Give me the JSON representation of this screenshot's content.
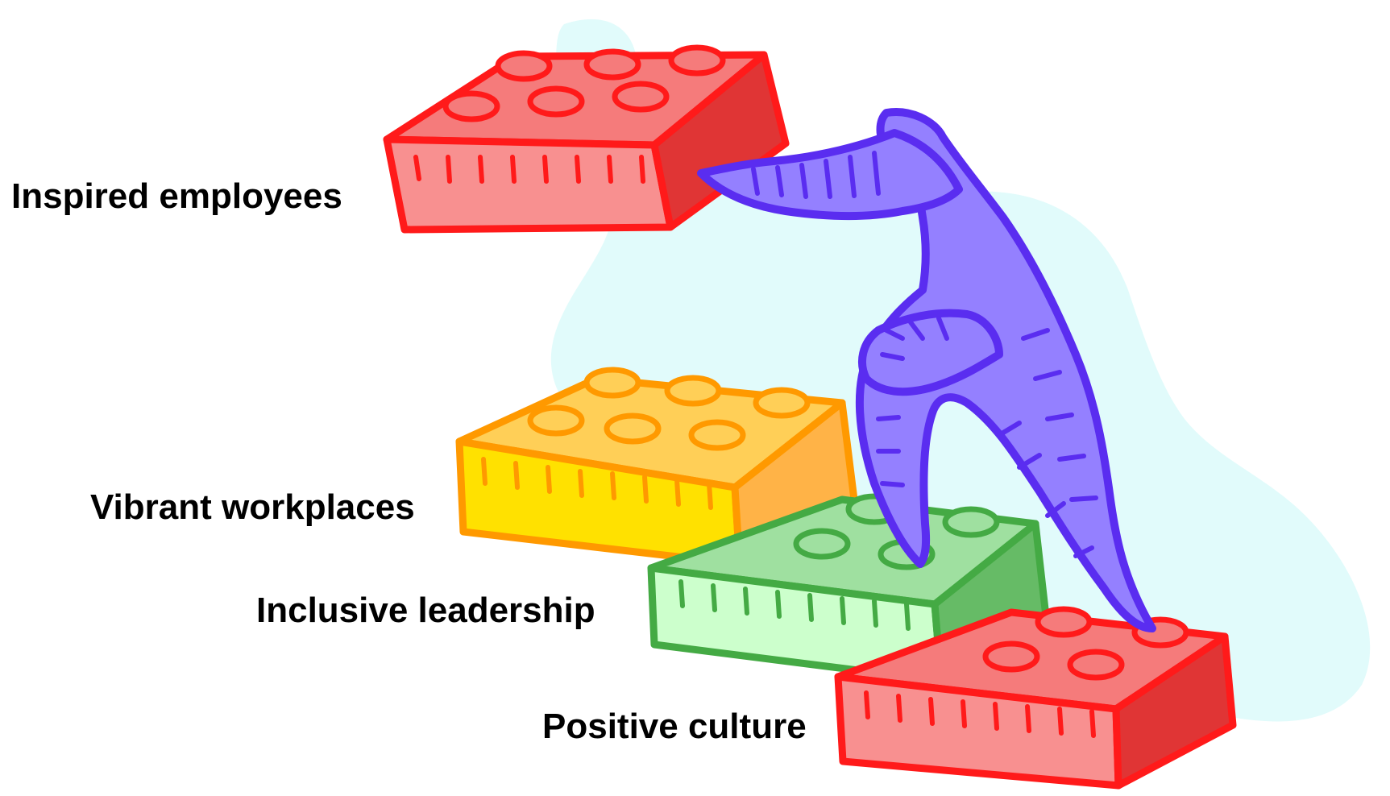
{
  "labels": {
    "inspired": "Inspired employees",
    "vibrant": "Vibrant workplaces",
    "inclusive": "Inclusive leadership",
    "positive": "Positive culture"
  },
  "colors": {
    "background_blob": "#e1fbfb",
    "red_top": "#f57b7b",
    "red_front": "#f89090",
    "red_side": "#e03535",
    "red_outline": "#ff1a1a",
    "yellow_top": "#ffcf57",
    "yellow_front": "#ffe100",
    "yellow_side": "#ffb347",
    "yellow_outline": "#ff9900",
    "green_top": "#9fe0a0",
    "green_front": "#ccffcc",
    "green_side": "#66bb66",
    "green_outline": "#44aa44",
    "figure_fill": "#9480ff",
    "figure_outline": "#5a2df0",
    "text": "#000000"
  },
  "icons": {
    "bricks": "lego-brick-icon",
    "figure": "person-stacking-icon"
  }
}
